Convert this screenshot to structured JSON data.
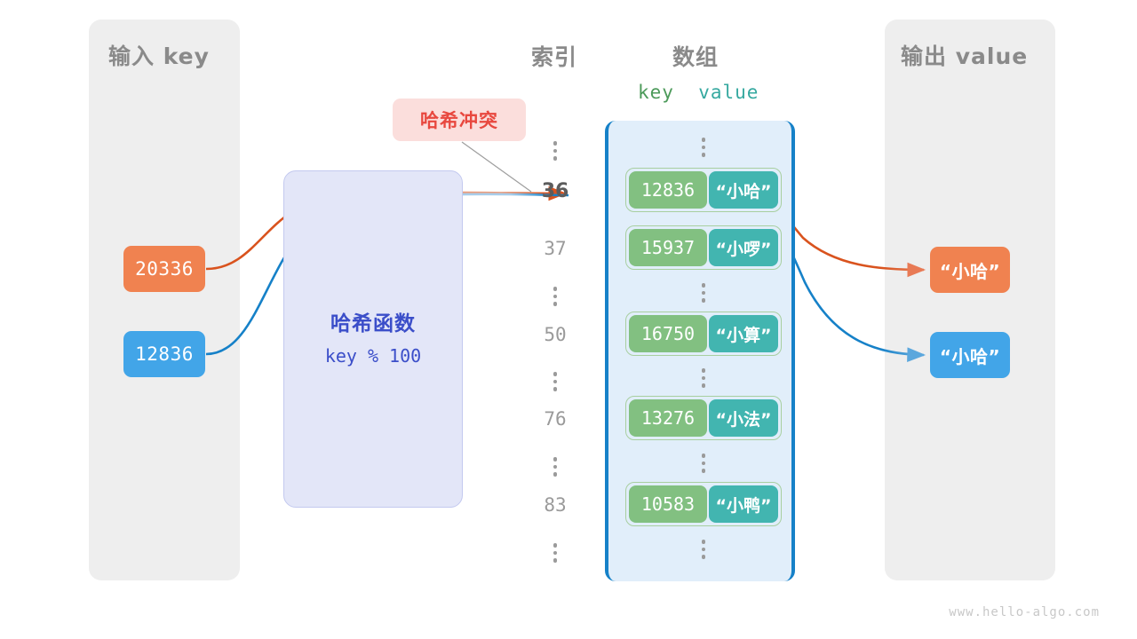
{
  "diagram": {
    "watermark": "www.hello-algo.com",
    "colors": {
      "panel_bg": "#eeeeee",
      "key_orange": "#f08250",
      "key_blue": "#42a5e8",
      "hash_box_bg": "#e3e6f8",
      "hash_text": "#3b4ec9",
      "collision_bg": "#fbdedc",
      "collision_text": "#e8483f",
      "array_bg": "#e1eefa",
      "array_border": "#1681c8",
      "cell_key": "#82c081",
      "cell_value": "#42b5b0",
      "index_text": "#9a9a9a",
      "index_active": "#5c5c5c"
    }
  },
  "input_panel": {
    "title": "输入 key",
    "keys": [
      {
        "label": "20336",
        "color": "orange"
      },
      {
        "label": "12836",
        "color": "blue"
      }
    ]
  },
  "output_panel": {
    "title": "输出 value",
    "values": [
      {
        "label": "“小哈”",
        "color": "orange"
      },
      {
        "label": "“小哈”",
        "color": "blue"
      }
    ]
  },
  "hash_function": {
    "title": "哈希函数",
    "formula": "key % 100"
  },
  "collision": {
    "badge": "哈希冲突"
  },
  "array_section": {
    "index_title": "索引",
    "array_title": "数组",
    "header_key": "key",
    "header_value": "value",
    "rows": [
      {
        "type": "dots"
      },
      {
        "type": "entry",
        "index": "36",
        "key": "12836",
        "value": "“小哈”",
        "highlight": true
      },
      {
        "type": "entry",
        "index": "37",
        "key": "15937",
        "value": "“小啰”",
        "highlight": false
      },
      {
        "type": "dots"
      },
      {
        "type": "entry",
        "index": "50",
        "key": "16750",
        "value": "“小算”",
        "highlight": false
      },
      {
        "type": "dots"
      },
      {
        "type": "entry",
        "index": "76",
        "key": "13276",
        "value": "“小法”",
        "highlight": false
      },
      {
        "type": "dots"
      },
      {
        "type": "entry",
        "index": "83",
        "key": "10583",
        "value": "“小鸭”",
        "highlight": false
      },
      {
        "type": "dots"
      }
    ]
  }
}
